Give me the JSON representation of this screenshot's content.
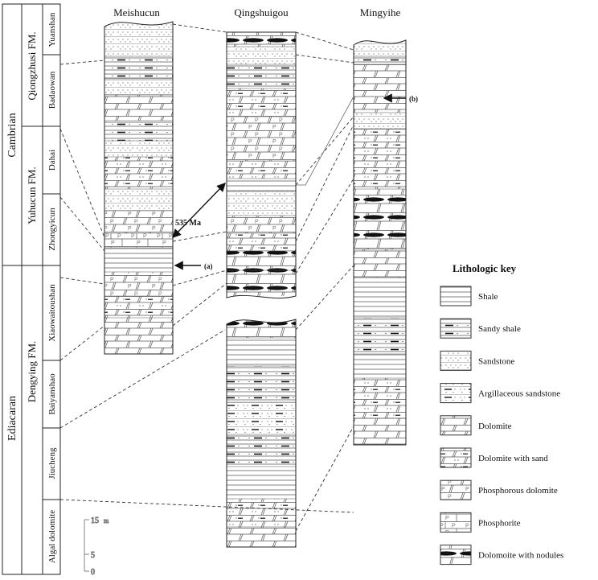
{
  "sections": [
    {
      "name": "Meishucun",
      "arrow_label": "(a)"
    },
    {
      "name": "Qingshuigou"
    },
    {
      "name": "Mingyihe",
      "arrow_label": "(b)"
    }
  ],
  "age_label": "535 Ma",
  "systems": [
    "Cambrian",
    "Ediacaran"
  ],
  "formations": [
    "Qiongzhusi FM.",
    "Yuhucun FM.",
    "Dengying FM."
  ],
  "members": [
    "Yuanshan",
    "Badaowan",
    "Dahai",
    "Zhongyicun",
    "Xiaowaitoushan",
    "Baiyanshao",
    "Jiucheng",
    "Algal dolomite"
  ],
  "scale": {
    "ticks": [
      "15",
      "5",
      "0"
    ],
    "unit": "m"
  },
  "legend": {
    "title": "Lithologic key",
    "items": [
      {
        "label": "Shale",
        "pattern": "shale"
      },
      {
        "label": "Sandy shale",
        "pattern": "sandyshale"
      },
      {
        "label": "Sandstone",
        "pattern": "sandstone"
      },
      {
        "label": "Argillaceous sandstone",
        "pattern": "argsand"
      },
      {
        "label": "Dolomite",
        "pattern": "dolomite"
      },
      {
        "label": "Dolomite with sand",
        "pattern": "dolosand"
      },
      {
        "label": "Phosphorous dolomite",
        "pattern": "phosdolo"
      },
      {
        "label": "Phosphorite",
        "pattern": "phosphorite"
      },
      {
        "label": "Dolomoite with nodules",
        "pattern": "nodules"
      }
    ]
  }
}
